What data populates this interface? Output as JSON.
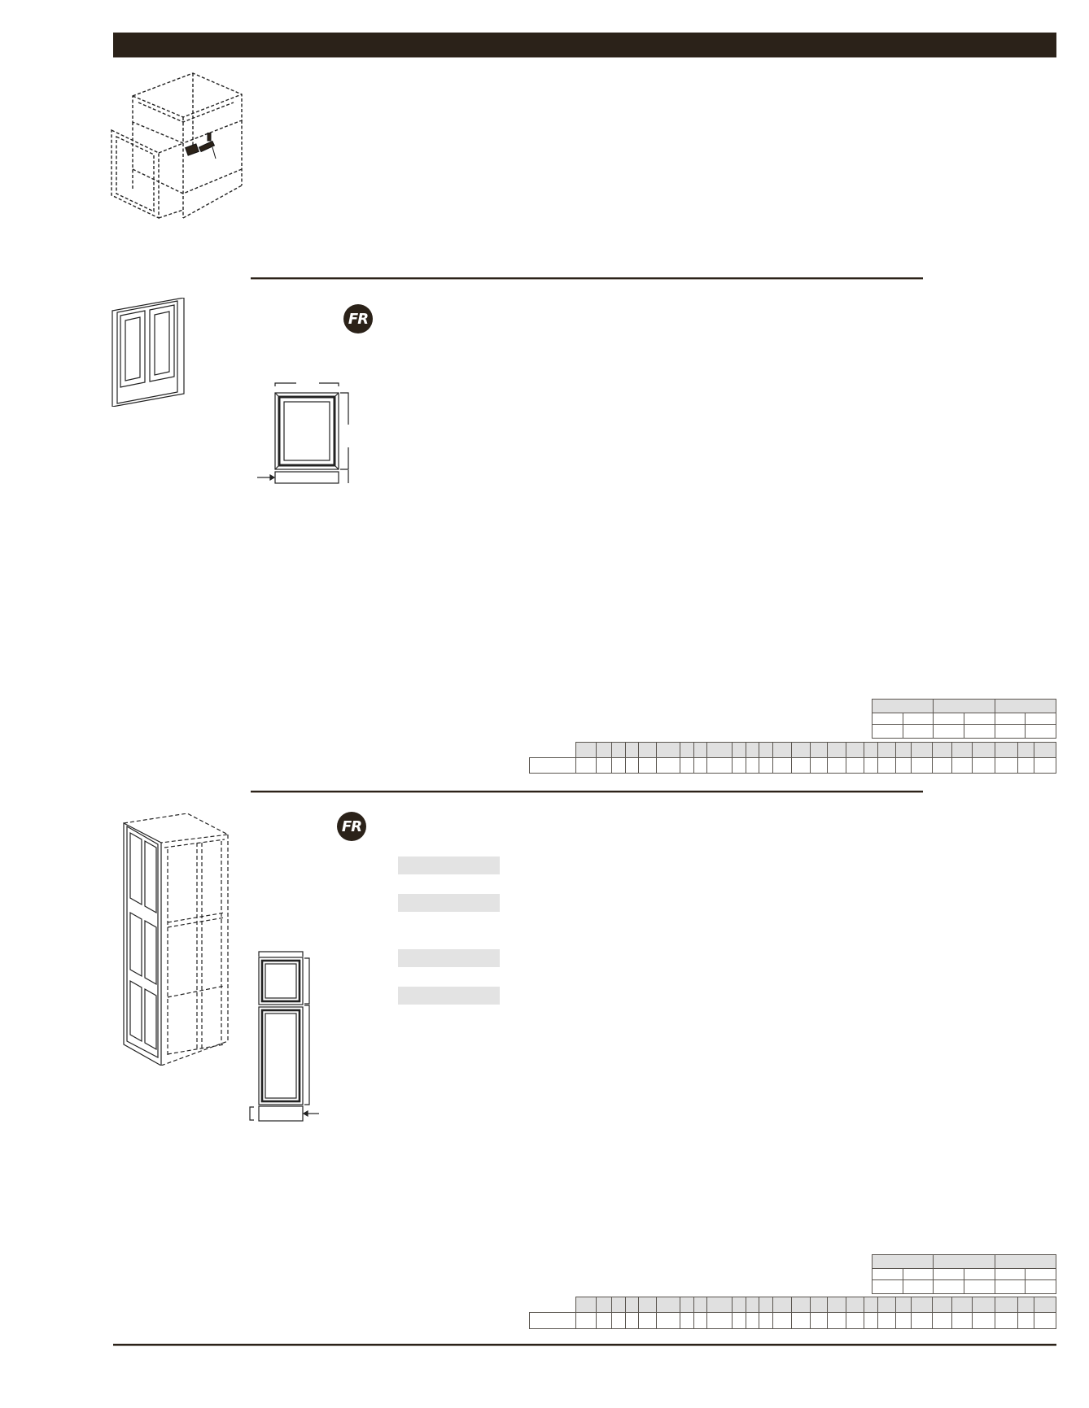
{
  "page": {
    "header_bar": {
      "color": "#2b2219"
    },
    "accent_color": "#2b2219",
    "table_header_fill": "#e0e0e0",
    "gray_bar_fill": "#e3e3e3"
  },
  "sections": [
    {
      "id": "dishwasher-panel",
      "illustration": "cabinet-with-drawer-dashed-illustration"
    },
    {
      "id": "panel-section-1",
      "badge": {
        "label": "FR",
        "icon": "fr-badge-icon"
      },
      "illustration": "two-panel-door-illustration",
      "elevation": "single-panel-elevation-drawing",
      "option_table": {
        "header_groups": 3,
        "sub_columns": 6,
        "rows": 2,
        "cells": []
      },
      "size_table": {
        "columns": 27,
        "row_header": "",
        "headers": [],
        "values": []
      }
    },
    {
      "id": "panel-section-2",
      "badge": {
        "label": "FR",
        "icon": "fr-badge-icon"
      },
      "illustration": "tall-cabinet-end-panel-illustration",
      "elevation": "tall-two-panel-elevation-drawing",
      "gray_bars": 4,
      "option_table": {
        "header_groups": 3,
        "sub_columns": 6,
        "rows": 2,
        "cells": []
      },
      "size_table": {
        "columns": 27,
        "row_header": "",
        "headers": [],
        "values": []
      }
    }
  ]
}
